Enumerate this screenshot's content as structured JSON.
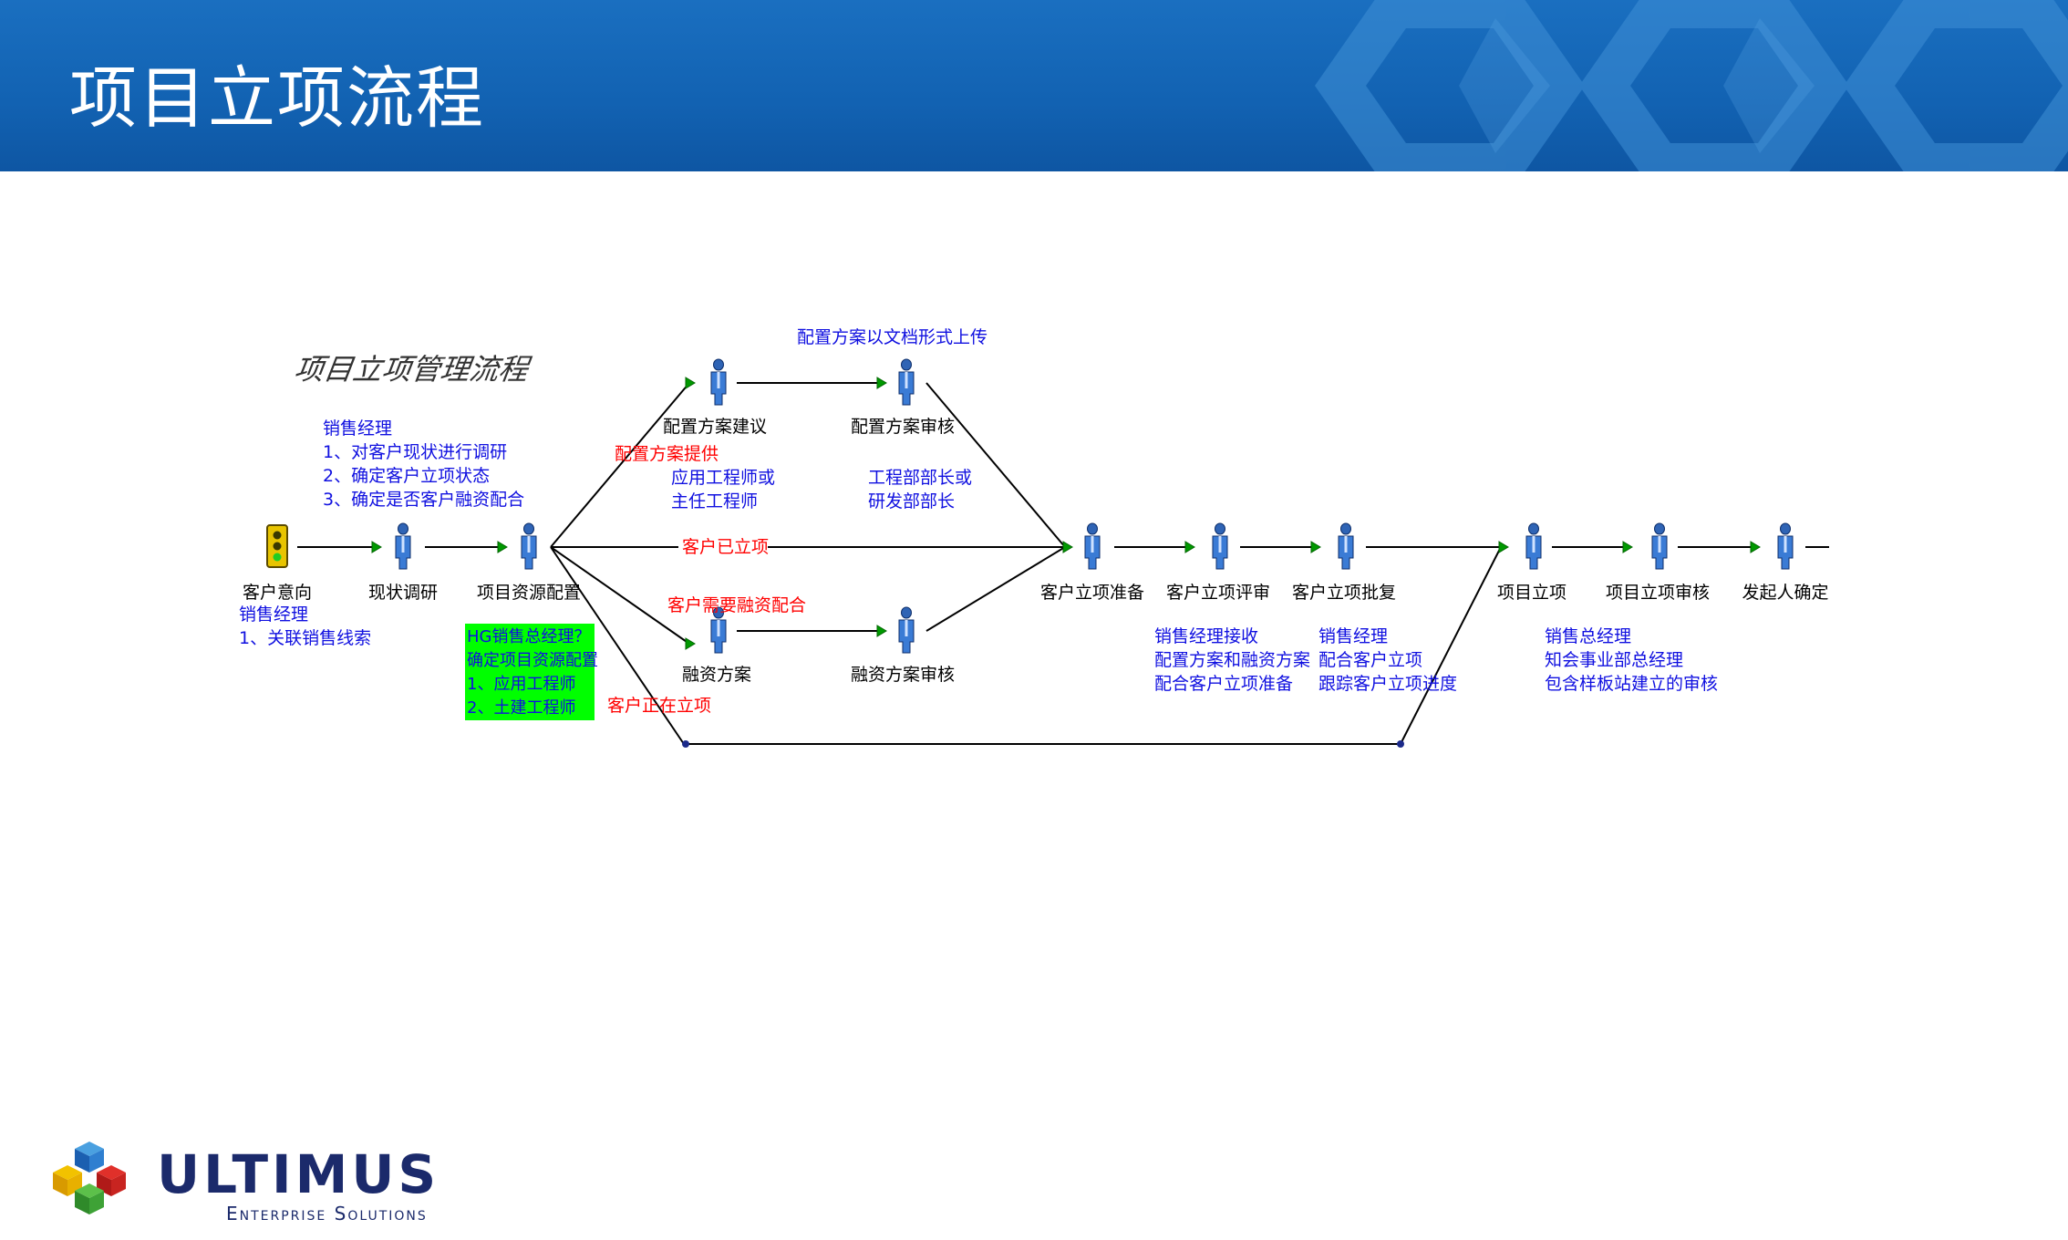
{
  "slide_title": "项目立项流程",
  "diagram_title": "项目立项管理流程",
  "colors": {
    "header_blue": "#1262b2",
    "note_blue": "#1010e0",
    "condition_red": "#ff0000",
    "highlight_green": "#00ff00",
    "logo_navy": "#1b2a6b"
  },
  "nodes": {
    "customer_intent": "客户意向",
    "survey": "现状调研",
    "resource_config": "项目资源配置",
    "config_proposal": "配置方案建议",
    "config_review": "配置方案审核",
    "financing_plan": "融资方案",
    "financing_review": "融资方案审核",
    "customer_prep": "客户立项准备",
    "customer_eval": "客户立项评审",
    "customer_approve": "客户立项批复",
    "project_init": "项目立项",
    "project_review": "项目立项审核",
    "initiator_confirm": "发起人确定"
  },
  "conditions": {
    "config_provided": "配置方案提供",
    "customer_approved": "客户已立项",
    "needs_financing": "客户需要融资配合",
    "customer_in_progress": "客户正在立项"
  },
  "notes": {
    "survey_lines": [
      "销售经理",
      "1、对客户现状进行调研",
      "2、确定客户立项状态",
      "3、确定是否客户融资配合"
    ],
    "intent_lines": [
      "销售经理",
      "1、关联销售线索"
    ],
    "config_upload": "配置方案以文档形式上传",
    "proposal_owner_lines": [
      "应用工程师或",
      "主任工程师"
    ],
    "review_owner_lines": [
      "工程部部长或",
      "研发部部长"
    ],
    "resource_box_lines": [
      "HG销售总经理？",
      "确定项目资源配置",
      "1、应用工程师",
      "2、土建工程师"
    ],
    "prep_lines": [
      "销售经理接收",
      "配置方案和融资方案",
      "配合客户立项准备"
    ],
    "approve_lines": [
      "销售经理",
      "配合客户立项",
      "跟踪客户立项进度"
    ],
    "project_lines": [
      "销售总经理",
      "知会事业部总经理",
      "包含样板站建立的审核"
    ]
  },
  "logo": {
    "brand": "ULTIMUS",
    "tagline": "Enterprise Solutions"
  }
}
